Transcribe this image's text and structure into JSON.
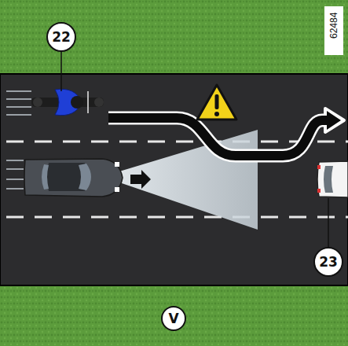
{
  "diagram": {
    "nodes": [
      {
        "text": [
          "22"
        ]
      },
      {
        "text": [
          "23"
        ]
      },
      {
        "text": [
          "V"
        ]
      }
    ],
    "labels": [
      "62484"
    ]
  }
}
